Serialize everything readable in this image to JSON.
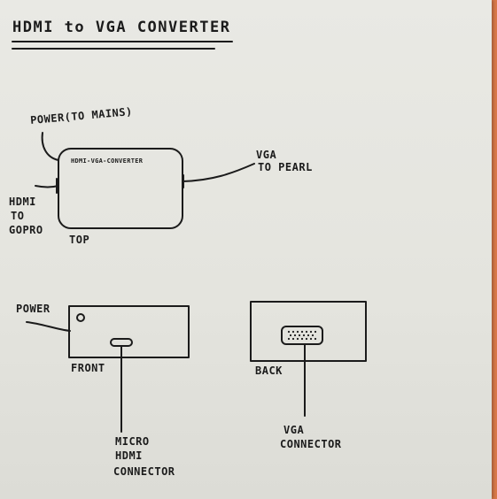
{
  "title": "HDMI to VGA CONVERTER",
  "top_view": {
    "device_label": "HDMI-VGA-CONVERTER",
    "power_label": "POWER(TO MAINS)",
    "hdmi_label": [
      "HDMI",
      "TO",
      "GOPRO"
    ],
    "vga_label": [
      "VGA",
      "TO PEARL"
    ],
    "caption": "TOP"
  },
  "front_view": {
    "power_label": "POWER",
    "caption": "FRONT",
    "connector_label": [
      "MICRO",
      "HDMI",
      "CONNECTOR"
    ]
  },
  "back_view": {
    "caption": "BACK",
    "connector_label": [
      "VGA",
      "CONNECTOR"
    ]
  }
}
